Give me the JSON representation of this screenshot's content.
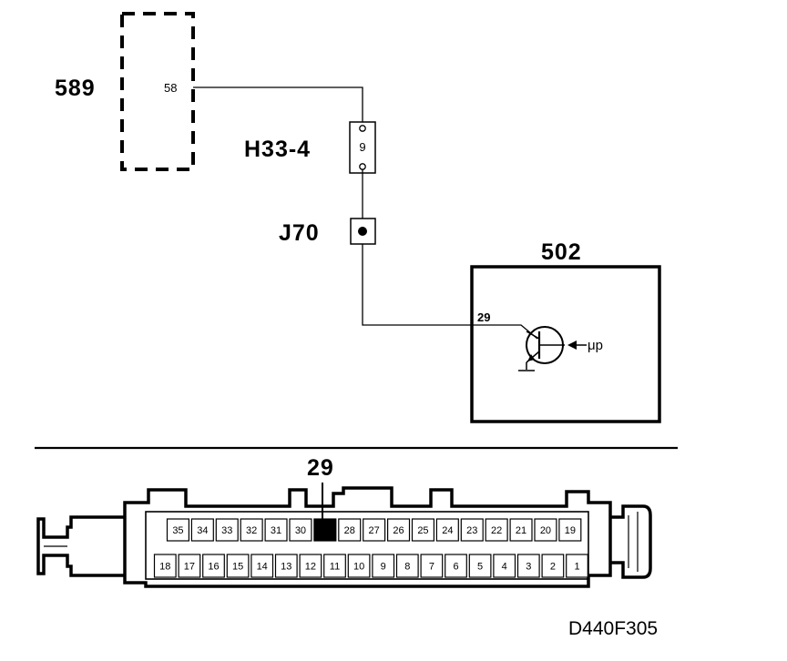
{
  "components": {
    "module_589": {
      "id": "589",
      "pin": "58"
    },
    "connector_h33": {
      "id": "H33-4",
      "pin": "9"
    },
    "junction_j70": {
      "id": "J70"
    },
    "module_502": {
      "id": "502",
      "pin": "29",
      "signal": "μp"
    }
  },
  "connector_view": {
    "highlight_label": "29",
    "highlight_pin": "29",
    "top_row": [
      "35",
      "34",
      "33",
      "32",
      "31",
      "30",
      "29",
      "28",
      "27",
      "26",
      "25",
      "24",
      "23",
      "22",
      "21",
      "20",
      "19"
    ],
    "bottom_row": [
      "18",
      "17",
      "16",
      "15",
      "14",
      "13",
      "12",
      "11",
      "10",
      "9",
      "8",
      "7",
      "6",
      "5",
      "4",
      "3",
      "2",
      "1"
    ]
  },
  "drawing_code": "D440F305"
}
